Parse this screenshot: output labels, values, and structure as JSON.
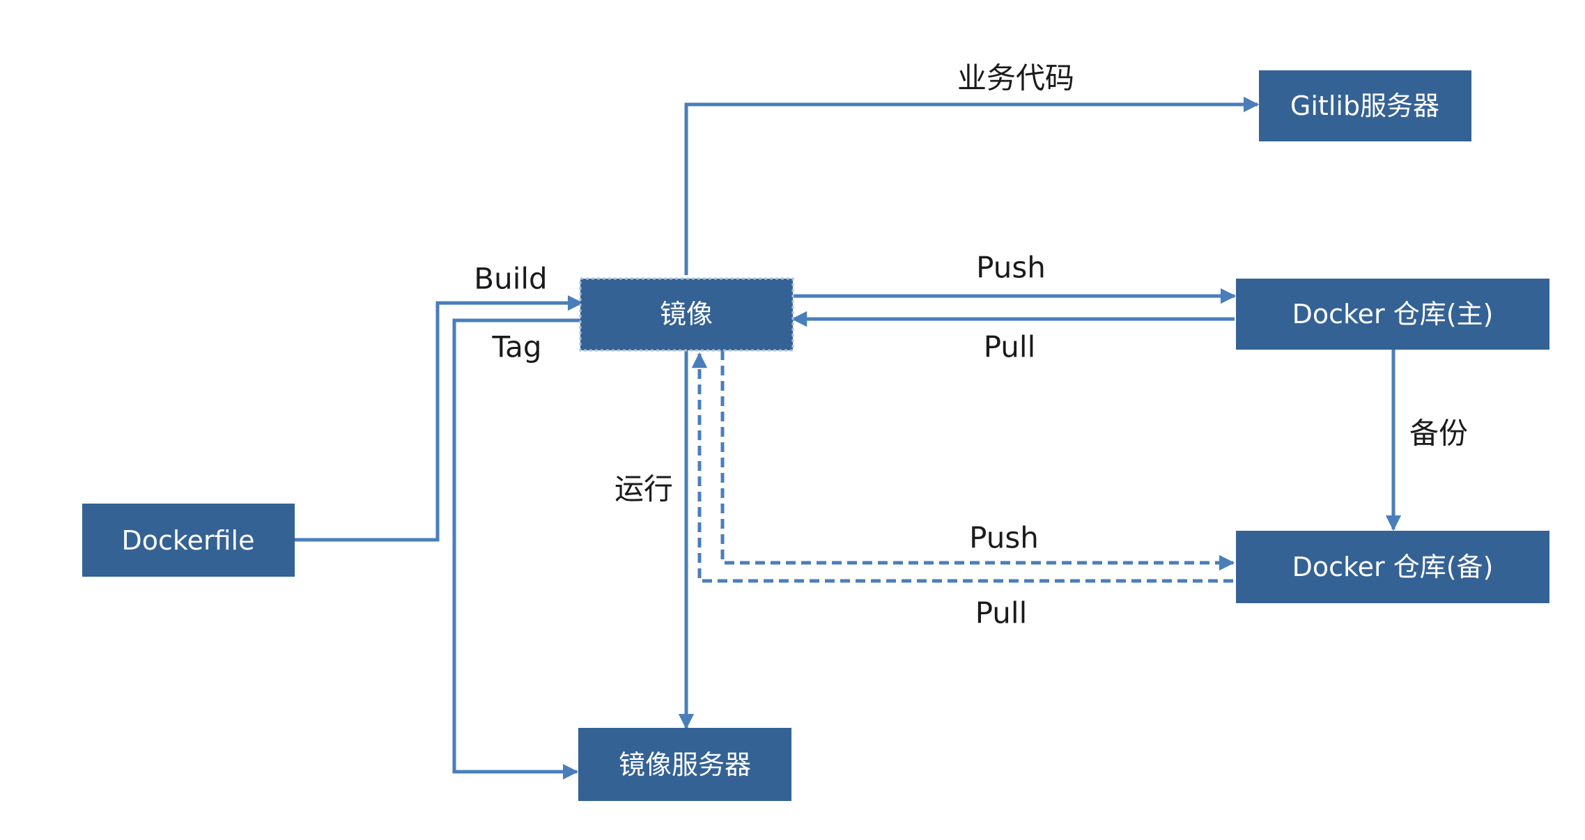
{
  "colors": {
    "node_fill": "#356295",
    "edge_stroke": "#4A7EBB",
    "node_text": "#ffffff",
    "label_text": "#1a1a1a"
  },
  "nodes": {
    "dockerfile": "Dockerfile",
    "image": "镜像",
    "image_server": "镜像服务器",
    "gitlib_server": "Gitlib服务器",
    "registry_main": "Docker 仓库(主)",
    "registry_backup": "Docker 仓库(备)"
  },
  "edge_labels": {
    "business_code": "业务代码",
    "build": "Build",
    "tag": "Tag",
    "push_main": "Push",
    "pull_main": "Pull",
    "backup": "备份",
    "run": "运行",
    "push_backup": "Push",
    "pull_backup": "Pull"
  }
}
